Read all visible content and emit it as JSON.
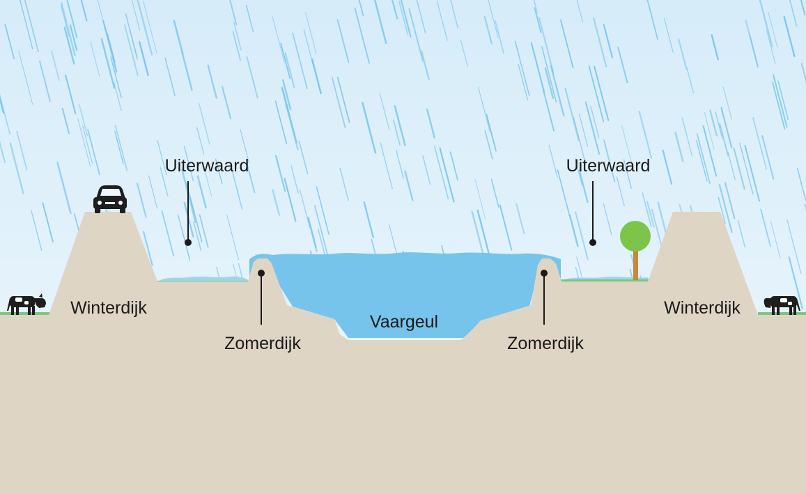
{
  "labels": {
    "uiterwaard_left": "Uiterwaard",
    "uiterwaard_right": "Uiterwaard",
    "winterdijk_left": "Winterdijk",
    "winterdijk_right": "Winterdijk",
    "zomerdijk_left": "Zomerdijk",
    "zomerdijk_right": "Zomerdijk",
    "vaargeul": "Vaargeul"
  },
  "icons": {
    "car": "car-icon",
    "cow_left": "cow-icon",
    "cow_right": "cow-icon",
    "tree": "tree-icon",
    "rain": "rain-icon"
  },
  "colors": {
    "sky_top": "#d6ecf9",
    "sky_bottom": "#eef7fd",
    "rain": "#7cc7ec",
    "ground": "#ded5c5",
    "water": "#76c4ec",
    "grass": "#7cc67a",
    "leader": "#1a1a1a",
    "tree_crown": "#7cc44a",
    "tree_trunk": "#c48a3c",
    "animal": "#1e1e1e"
  }
}
